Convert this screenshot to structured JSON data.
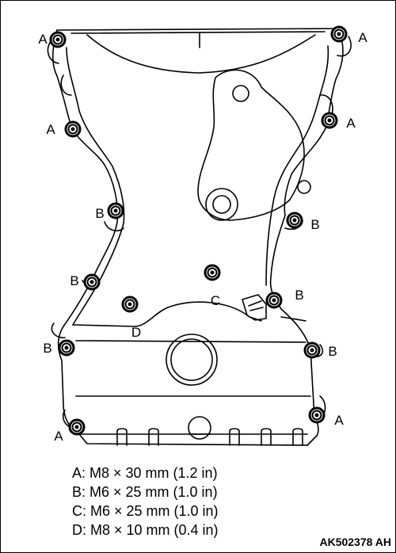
{
  "diagram": {
    "bolt_labels": [
      "A",
      "A",
      "A",
      "A",
      "B",
      "B",
      "B",
      "B",
      "B",
      "B",
      "A",
      "A",
      "C",
      "D"
    ]
  },
  "legend": [
    "A: M8 × 30 mm (1.2 in)",
    "B: M6 × 25 mm (1.0 in)",
    "C: M6 × 25 mm (1.0 in)",
    "D: M8 × 10 mm (0.4 in)"
  ],
  "figure_code": "AK502378 AH"
}
